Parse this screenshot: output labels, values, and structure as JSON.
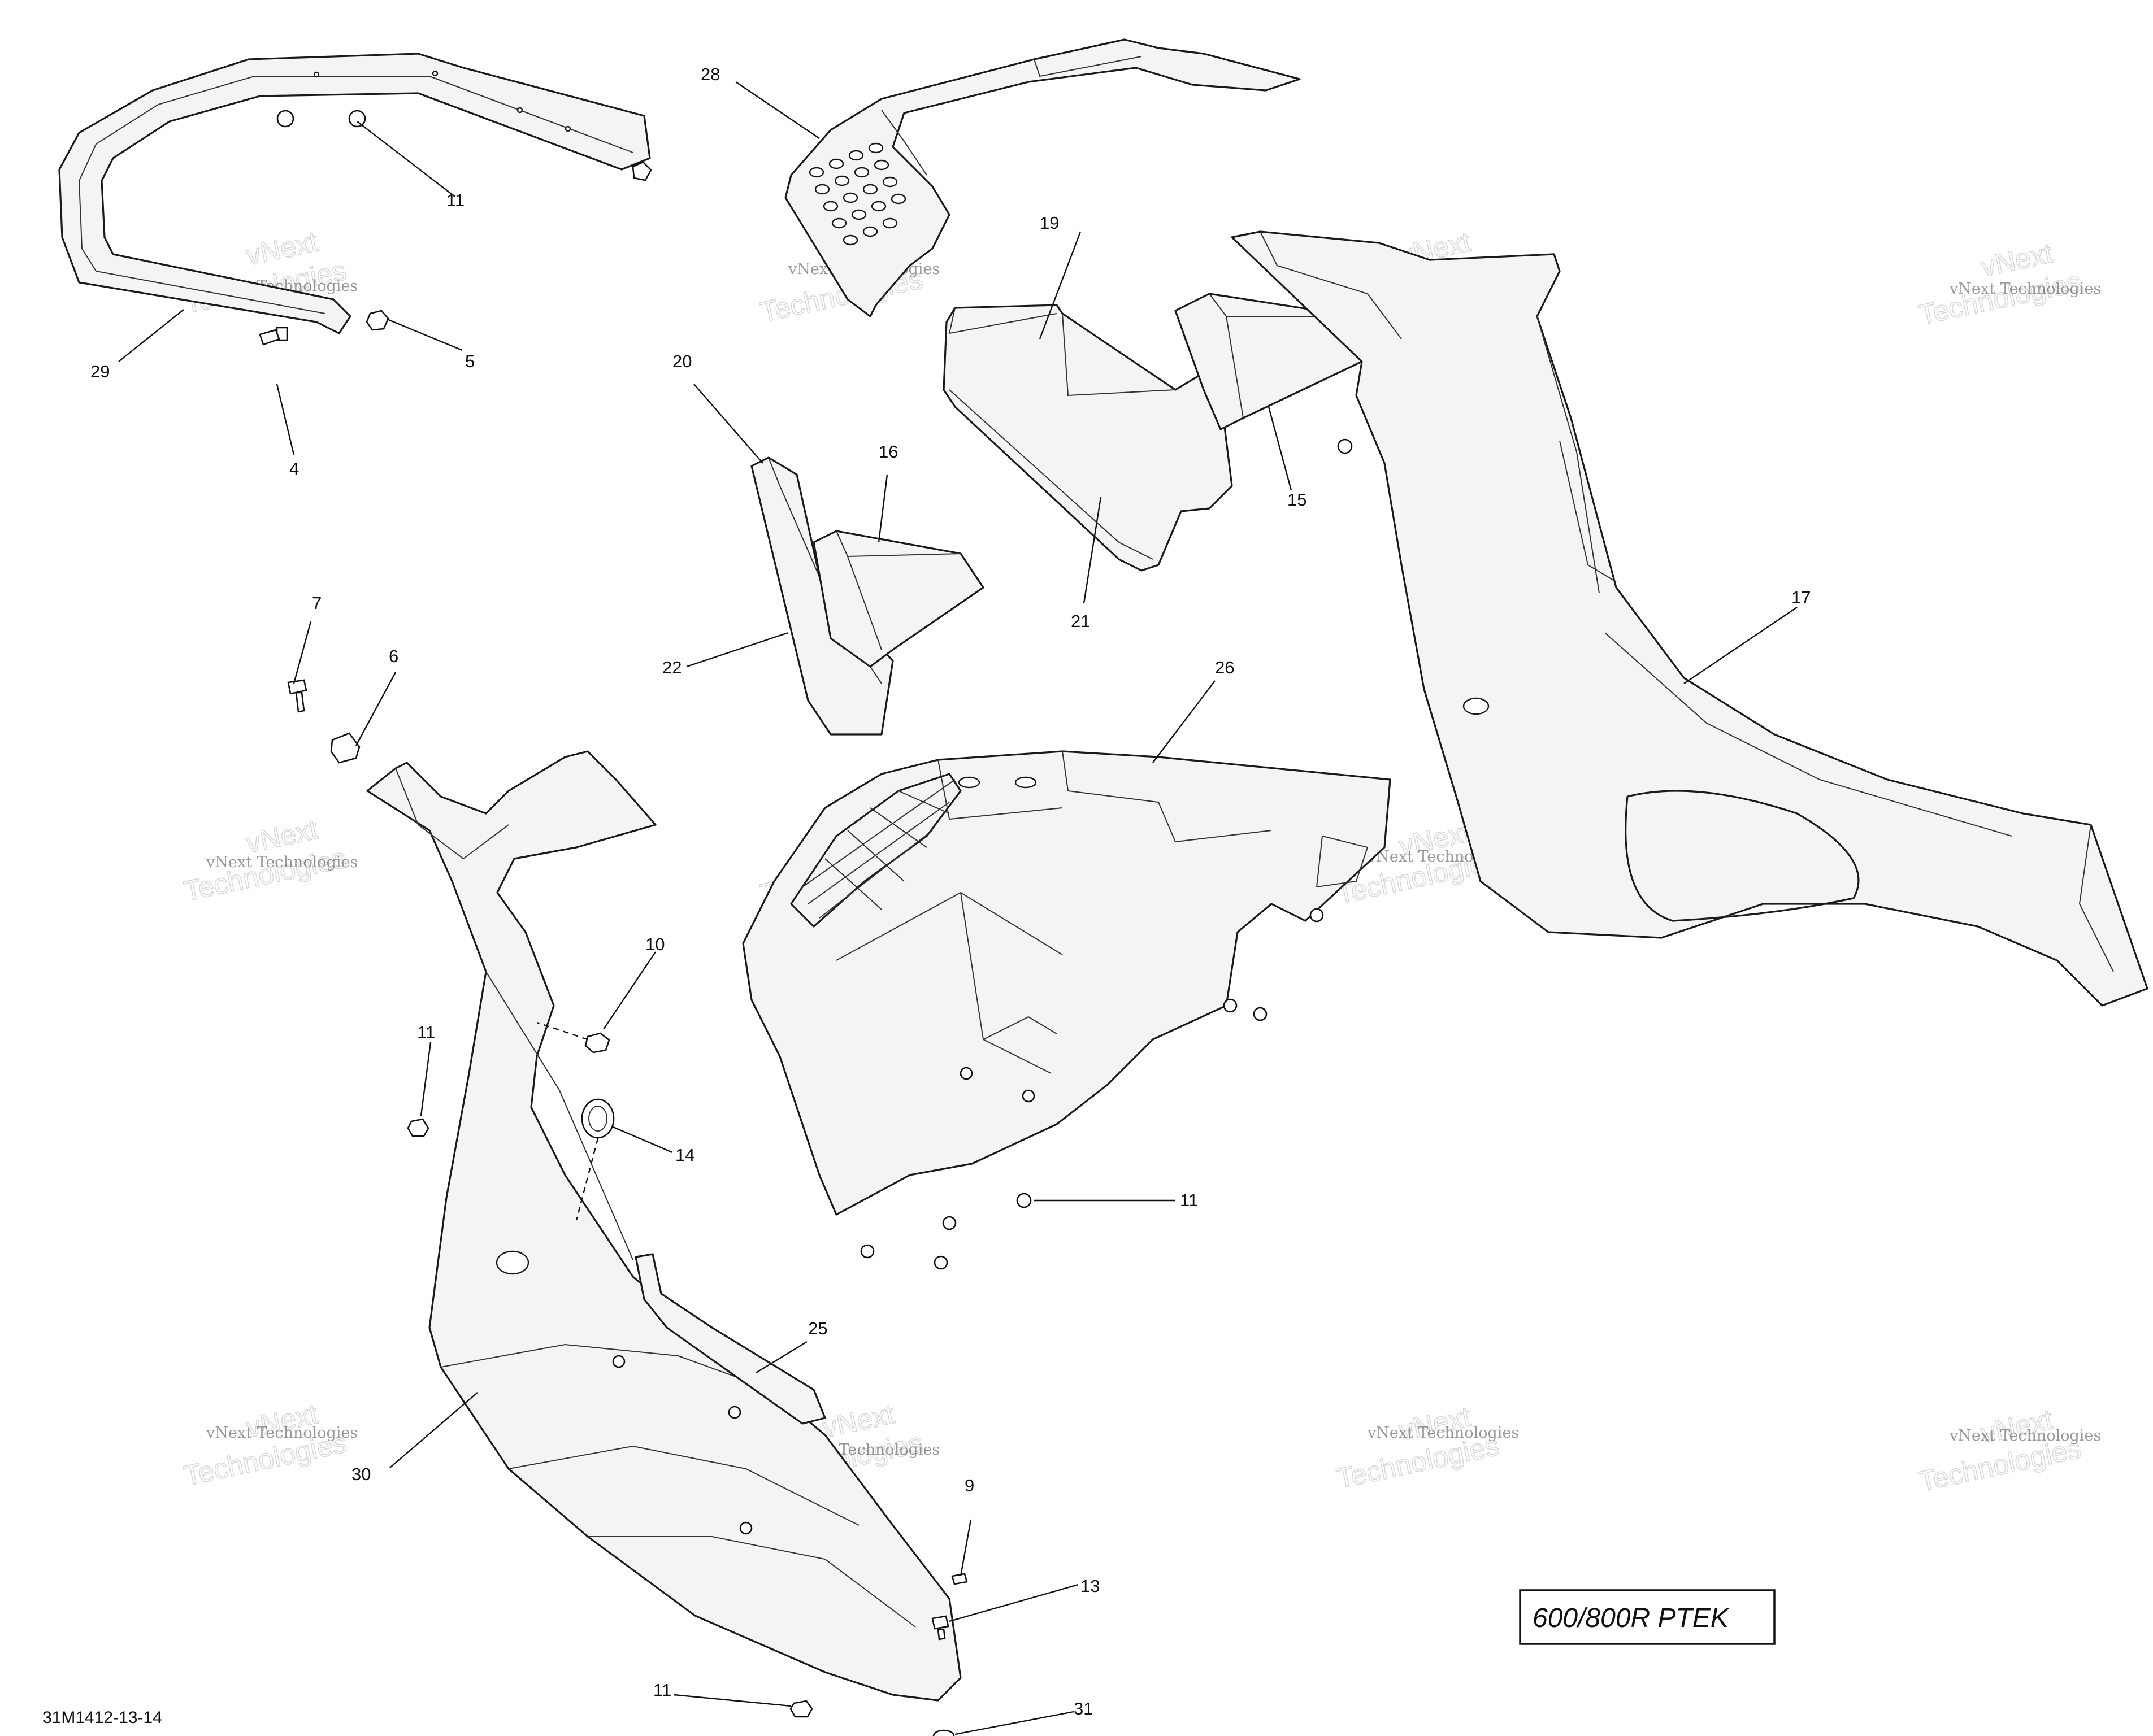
{
  "callouts": {
    "c28": "28",
    "c11a": "11",
    "c29": "29",
    "c5": "5",
    "c4": "4",
    "c19": "19",
    "c20": "20",
    "c16": "16",
    "c15": "15",
    "c21": "21",
    "c22": "22",
    "c17": "17",
    "c7": "7",
    "c6": "6",
    "c26": "26",
    "c10": "10",
    "c11b": "11",
    "c14": "14",
    "c11c": "11",
    "c25": "25",
    "c30": "30",
    "c9": "9",
    "c13": "13",
    "c11d": "11",
    "c31": "31"
  },
  "watermark": {
    "line1": "vNext Technologies",
    "line2": "vNext",
    "line3": "Technologies"
  },
  "model_label": "600/800R PTEK",
  "reference_code": "31M1412-13-14"
}
